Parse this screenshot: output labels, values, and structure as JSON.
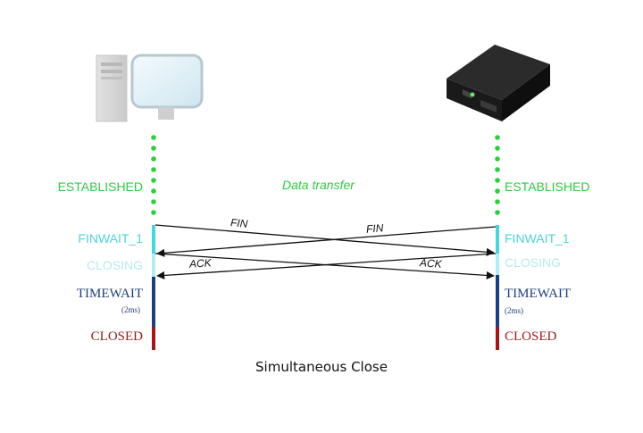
{
  "diagram": {
    "title": "Simultaneous Close",
    "middle_label": "Data transfer",
    "left_states": {
      "established": "ESTABLISHED",
      "finwait": "FINWAIT_1",
      "closing": "CLOSING",
      "timewait": "TIMEWAIT",
      "timewait_note": "(2ms)",
      "closed": "CLOSED"
    },
    "right_states": {
      "established": "ESTABLISHED",
      "finwait": "FINWAIT_1",
      "closing": "CLOSING",
      "timewait": "TIMEWAIT",
      "timewait_note": "(2ms)",
      "closed": "CLOSED"
    },
    "messages": {
      "fin_left_to_right": "FIN",
      "fin_right_to_left": "FIN",
      "ack_left_to_right": "ACK",
      "ack_right_to_left": "ACK"
    },
    "left_host_icon": "desktop-computer-icon",
    "right_host_icon": "server-box-icon",
    "colors": {
      "established": "#2ecc40",
      "finwait": "#4fd3d9",
      "closing": "#b5ecf0",
      "timewait": "#1e3f7a",
      "closed": "#9b1b1b"
    }
  }
}
